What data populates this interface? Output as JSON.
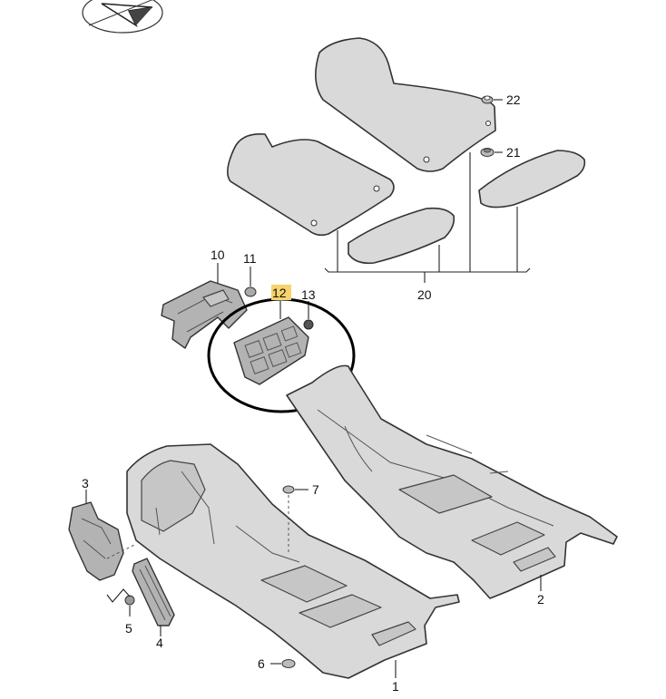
{
  "diagram": {
    "callouts": {
      "p1": "1",
      "p2": "2",
      "p3": "3",
      "p4": "4",
      "p5": "5",
      "p6": "6",
      "p7": "7",
      "p10": "10",
      "p11": "11",
      "p12": "12",
      "p13": "13",
      "p20": "20",
      "p21": "21",
      "p22": "22"
    },
    "highlighted_callout": "12",
    "colors": {
      "part_fill": "#d9d9d9",
      "highlight": "#f6d36b",
      "annotation_circle": "#000000"
    },
    "icons": [
      "direction-arrow-icon"
    ]
  }
}
